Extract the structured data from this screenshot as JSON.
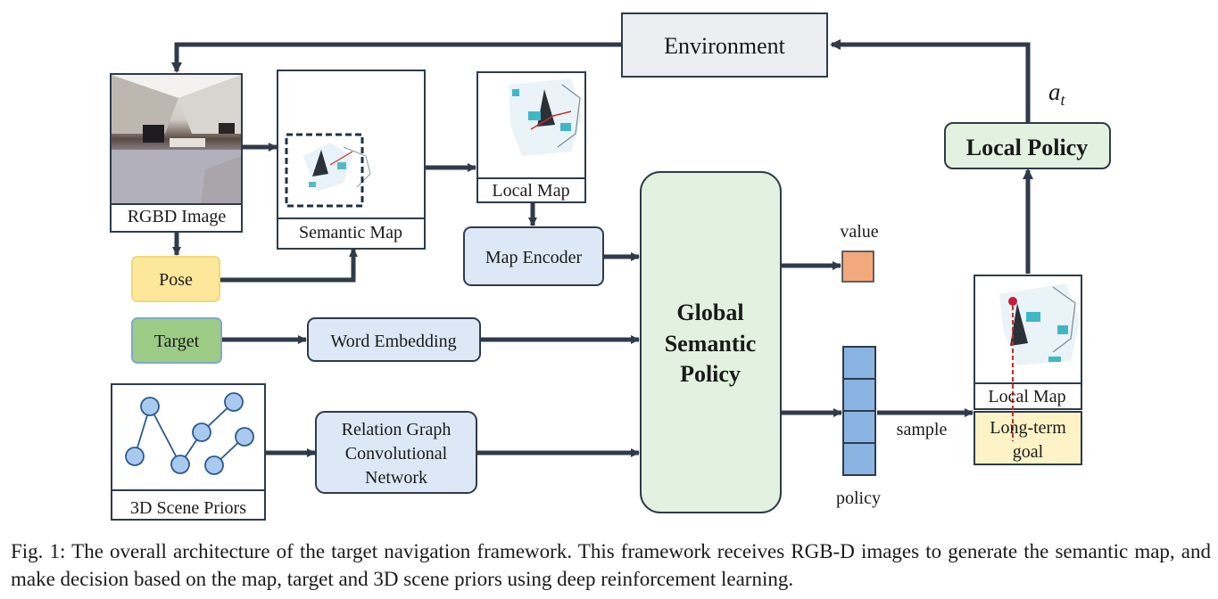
{
  "colors": {
    "line": "#2f3b4a",
    "environment_fill": "#eceef2",
    "policy_green": "#e3f1e0",
    "encoder_blue": "#dce8f5",
    "pose_yellow": "#fce79a",
    "target_green": "#9ccc85",
    "goal_yellow": "#fdf3c6",
    "value_orange": "#f2a97c",
    "policy_cell_blue": "#8ab4e2",
    "node_blue": "#a9c9ee"
  },
  "labels": {
    "environment": "Environment",
    "action": "a",
    "action_sub": "t",
    "local_policy": "Local Policy",
    "rgbd_image": "RGBD Image",
    "semantic_map": "Semantic Map",
    "local_map_top": "Local Map",
    "map_encoder": "Map Encoder",
    "pose": "Pose",
    "target": "Target",
    "word_embedding": "Word Embedding",
    "relation_graph": [
      "Relation Graph",
      "Convolutional",
      "Network"
    ],
    "scene_priors": "3D Scene Priors",
    "global_policy": [
      "Global",
      "Semantic",
      "Policy"
    ],
    "value": "value",
    "policy": "policy",
    "sample": "sample",
    "local_map_right": "Local Map",
    "long_term_goal": [
      "Long-term",
      "goal"
    ]
  },
  "caption": "Fig. 1: The overall architecture of the target navigation framework. This framework receives RGB-D images to generate the semantic map, and make decision based on the map, target and 3D scene priors using deep reinforcement learning."
}
